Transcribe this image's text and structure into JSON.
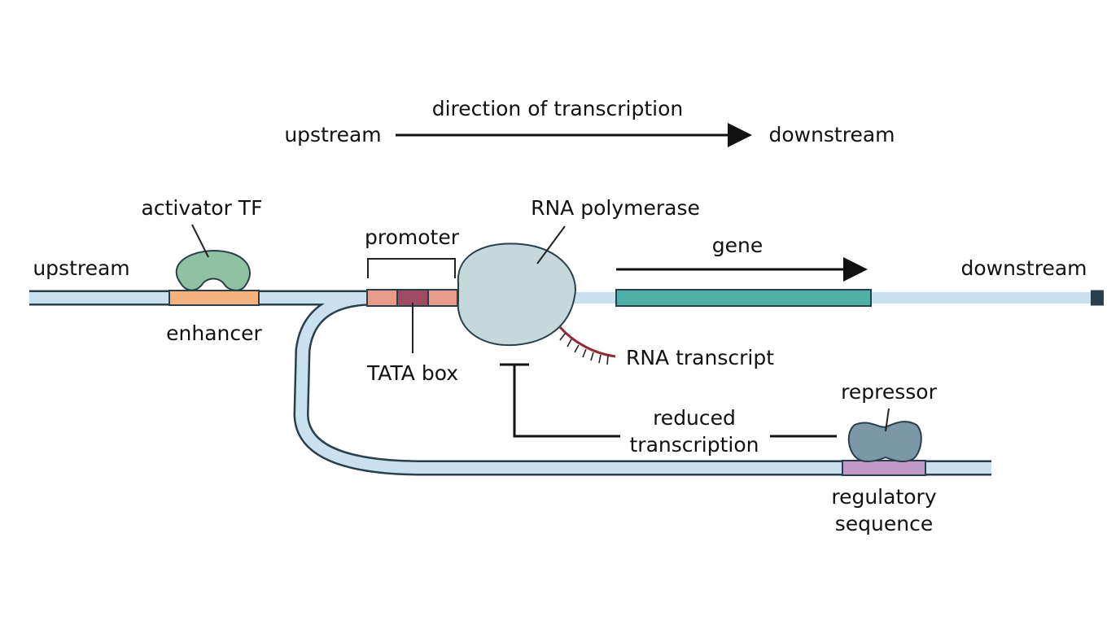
{
  "header": {
    "direction_label": "direction of transcription",
    "upstream": "upstream",
    "downstream": "downstream"
  },
  "dna": {
    "upstream": "upstream",
    "downstream": "downstream"
  },
  "labels": {
    "activator": "activator TF",
    "enhancer": "enhancer",
    "promoter": "promoter",
    "tata_box": "TATA box",
    "rna_polymerase": "RNA polymerase",
    "gene": "gene",
    "rna_transcript": "RNA transcript",
    "repressor": "repressor",
    "reduced_line1": "reduced",
    "reduced_line2": "transcription",
    "regulatory_line1": "regulatory",
    "regulatory_line2": "sequence"
  },
  "colors": {
    "dna_fill": "#c9e0ee",
    "dna_stroke": "#2b3e4c",
    "enhancer": "#f4b27f",
    "promoter_light": "#e99b8a",
    "tata": "#a04a64",
    "polymerase": "#c7d8dd",
    "gene": "#4fb0aa",
    "activator": "#8fc1a3",
    "repressor": "#7c98a6",
    "regulatory": "#c09ac6",
    "rna": "#8e2b36"
  }
}
